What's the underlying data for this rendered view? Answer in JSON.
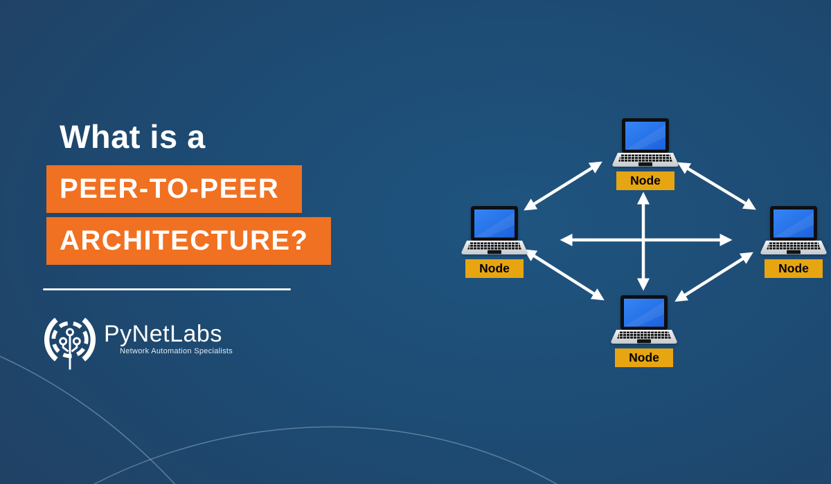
{
  "title": {
    "prefix": "What is a",
    "highlight_line1": "PEER-TO-PEER",
    "highlight_line2": "ARCHITECTURE?"
  },
  "brand": {
    "name": "PyNetLabs",
    "tagline": "Network Automation Specialists"
  },
  "diagram": {
    "type": "peer-to-peer-network",
    "nodes": [
      {
        "id": "top",
        "label": "Node"
      },
      {
        "id": "left",
        "label": "Node"
      },
      {
        "id": "right",
        "label": "Node"
      },
      {
        "id": "bottom",
        "label": "Node"
      }
    ],
    "connections": [
      {
        "from": "top",
        "to": "left",
        "bidirectional": true
      },
      {
        "from": "top",
        "to": "right",
        "bidirectional": true
      },
      {
        "from": "left",
        "to": "bottom",
        "bidirectional": true
      },
      {
        "from": "right",
        "to": "bottom",
        "bidirectional": true
      },
      {
        "from": "left",
        "to": "right",
        "bidirectional": true
      },
      {
        "from": "top",
        "to": "bottom",
        "bidirectional": true
      }
    ]
  },
  "colors": {
    "background_navy": "#1d4a72",
    "accent_orange": "#f07122",
    "node_gold": "#e7a512",
    "laptop_screen_blue": "#2478ef",
    "arrow_white": "#ffffff",
    "text_white": "#ffffff"
  }
}
